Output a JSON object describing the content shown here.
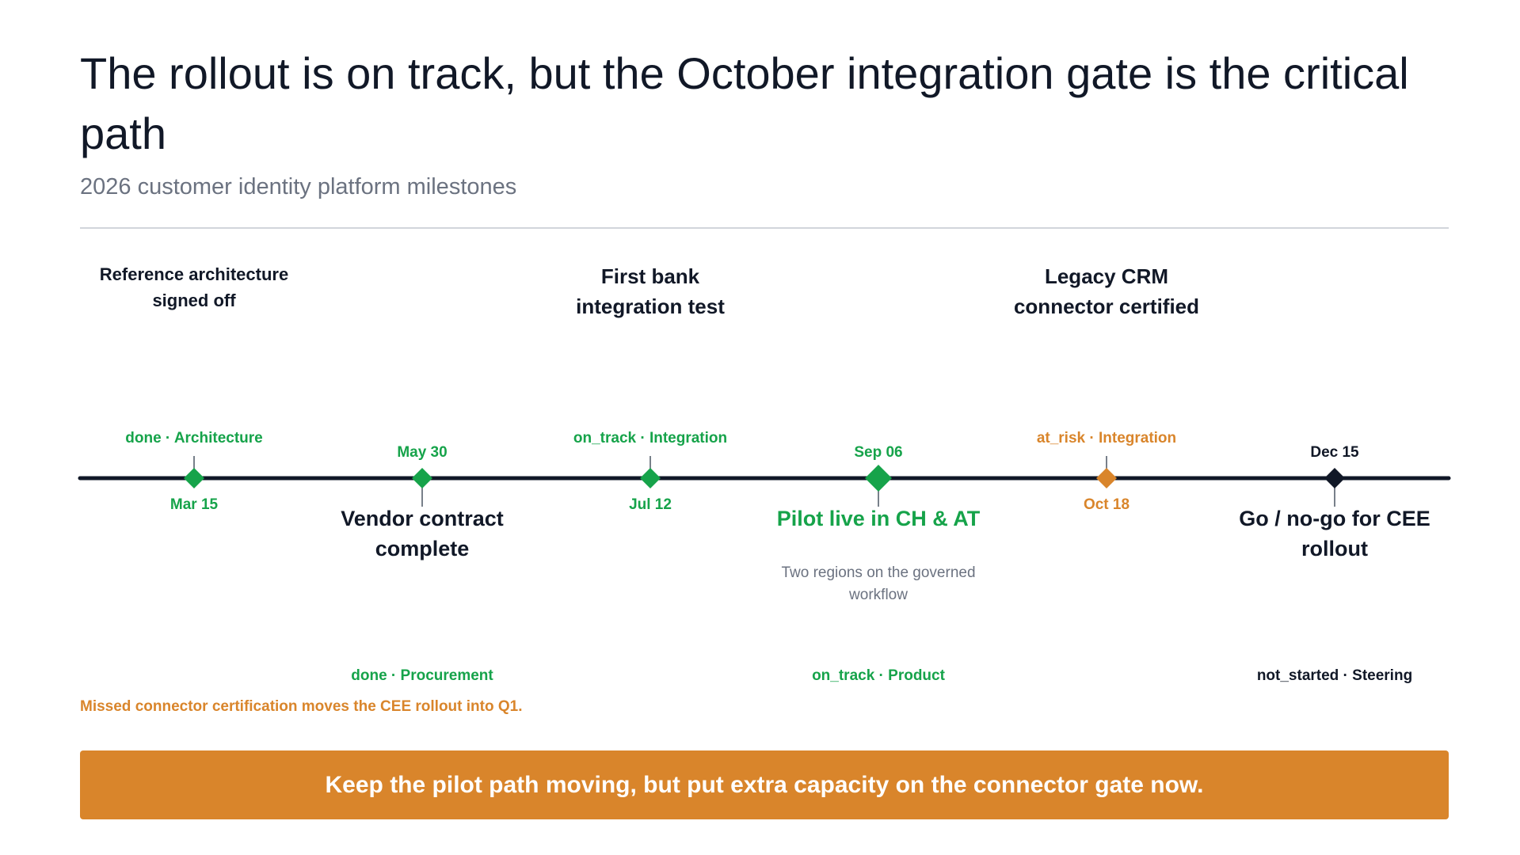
{
  "header": {
    "title": "The rollout is on track, but the October integration gate is the critical path",
    "subtitle": "2026 customer identity platform milestones"
  },
  "colors": {
    "done": "#16a34a",
    "on_track": "#16a34a",
    "at_risk": "#d9852b",
    "not_started": "#111827",
    "axis": "#111827",
    "note": "#6b7280",
    "banner": "#d9852b"
  },
  "milestones": [
    {
      "date": "Mar 15",
      "title": "Reference architecture signed off",
      "title_lines": [
        "Reference architecture",
        "signed off"
      ],
      "status": "done",
      "owner": "Architecture",
      "emphasis": false,
      "note": ""
    },
    {
      "date": "May 30",
      "title": "Vendor contract complete",
      "title_lines": [
        "Vendor contract",
        "complete"
      ],
      "status": "done",
      "owner": "Procurement",
      "emphasis": false,
      "note": ""
    },
    {
      "date": "Jul 12",
      "title": "First bank integration test",
      "title_lines": [
        "First bank",
        "integration test"
      ],
      "status": "on_track",
      "owner": "Integration",
      "emphasis": false,
      "note": ""
    },
    {
      "date": "Sep 06",
      "title": "Pilot live in CH & AT",
      "title_lines": [
        "Pilot live in CH & AT"
      ],
      "status": "on_track",
      "owner": "Product",
      "emphasis": true,
      "note": "Two regions on the governed workflow",
      "note_lines": [
        "Two regions on the governed",
        "workflow"
      ]
    },
    {
      "date": "Oct 18",
      "title": "Legacy CRM connector certified",
      "title_lines": [
        "Legacy CRM",
        "connector certified"
      ],
      "status": "at_risk",
      "owner": "Integration",
      "emphasis": false,
      "note": ""
    },
    {
      "date": "Dec 15",
      "title": "Go / no-go for CEE rollout",
      "title_lines": [
        "Go / no-go for CEE",
        "rollout"
      ],
      "status": "not_started",
      "owner": "Steering",
      "emphasis": false,
      "note": ""
    }
  ],
  "callout": {
    "text": "Missed connector certification moves the CEE rollout into Q1."
  },
  "banner": {
    "text": "Keep the pilot path moving, but put extra capacity on the connector gate now."
  }
}
